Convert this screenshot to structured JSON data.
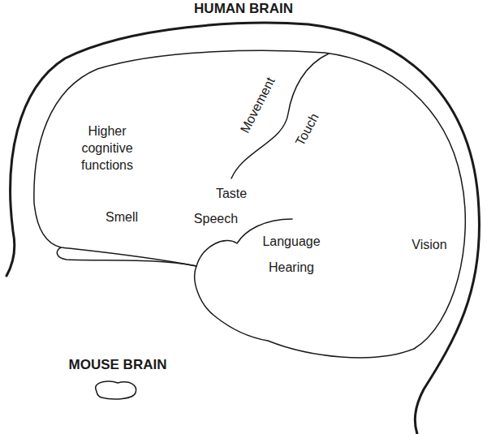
{
  "diagram": {
    "title": "HUMAN BRAIN",
    "labels": [
      "Higher cognitive functions",
      "Movement",
      "Touch",
      "Taste",
      "Smell",
      "Speech",
      "Language",
      "Hearing",
      "Vision",
      "MOUSE BRAIN"
    ]
  }
}
